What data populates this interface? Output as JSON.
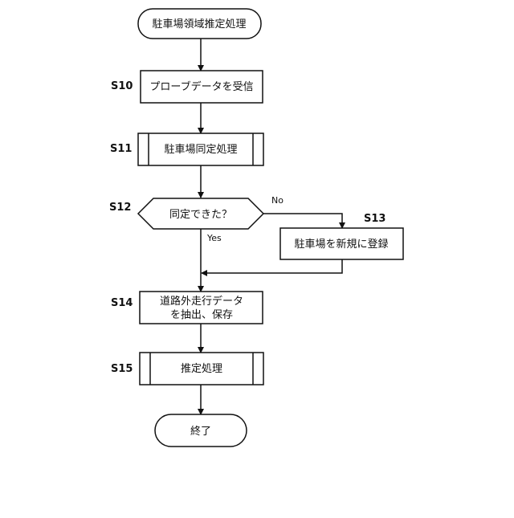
{
  "flowchart": {
    "start": {
      "label": "駐車場領域推定処理"
    },
    "steps": [
      {
        "id": "S10",
        "label": "プローブデータを受信"
      },
      {
        "id": "S11",
        "label": "駐車場同定処理"
      },
      {
        "id": "S12",
        "label": "同定できた？"
      },
      {
        "id": "S13",
        "label": "駐車場を新規に登録"
      },
      {
        "id": "S14",
        "label_line1": "道路外走行データ",
        "label_line2": "を抽出、保存"
      },
      {
        "id": "S15",
        "label": "推定処理"
      }
    ],
    "end": {
      "label": "終了"
    },
    "branches": {
      "no": "No",
      "yes": "Yes"
    },
    "colors": {
      "stroke": "#111111",
      "background": "#ffffff"
    }
  }
}
